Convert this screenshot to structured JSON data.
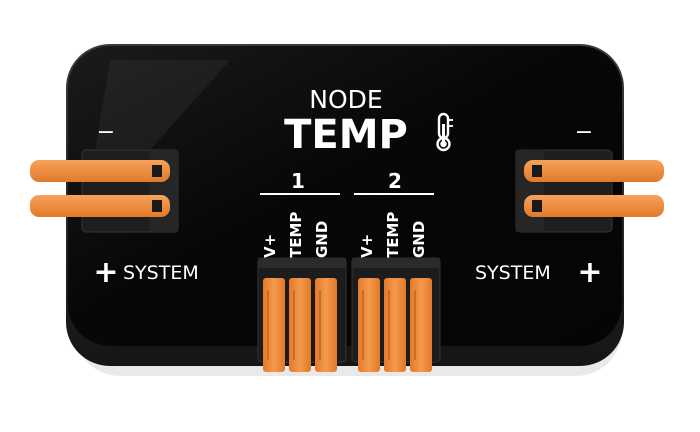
{
  "device": {
    "title_top": "NODE",
    "title_main": "TEMP",
    "channels": [
      {
        "number": "1",
        "pins": [
          "V+",
          "TEMP",
          "GND"
        ]
      },
      {
        "number": "2",
        "pins": [
          "V+",
          "TEMP",
          "GND"
        ]
      }
    ],
    "left_port": {
      "minus": "−",
      "plus": "+",
      "label": "SYSTEM"
    },
    "right_port": {
      "minus": "−",
      "plus": "+",
      "label": "SYSTEM"
    },
    "icons": [
      "thermometer-icon"
    ]
  },
  "colors": {
    "body": "#0b0b0b",
    "edge": "#2a2a2a",
    "lever": "#f08b3c",
    "text": "#ffffff"
  }
}
